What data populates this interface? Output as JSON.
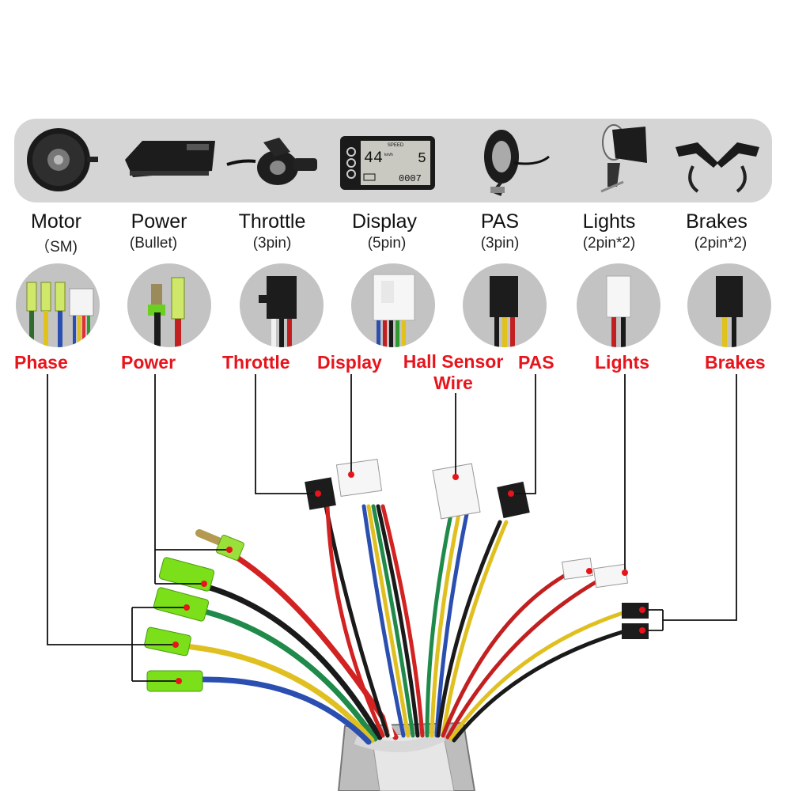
{
  "components": [
    {
      "key": "motor",
      "title": "Motor",
      "sub": "（SM)",
      "icon": "hub-motor-icon"
    },
    {
      "key": "power",
      "title": "Power",
      "sub": "(Bullet)",
      "icon": "battery-icon"
    },
    {
      "key": "throttle",
      "title": "Throttle",
      "sub": "(3pin)",
      "icon": "thumb-throttle-icon"
    },
    {
      "key": "display",
      "title": "Display",
      "sub": "(5pin)",
      "icon": "lcd-display-icon"
    },
    {
      "key": "pas",
      "title": "PAS",
      "sub": "(3pin)",
      "icon": "pas-sensor-icon"
    },
    {
      "key": "lights",
      "title": "Lights",
      "sub": "(2pin*2)",
      "icon": "headlight-icon"
    },
    {
      "key": "brakes",
      "title": "Brakes",
      "sub": "(2pin*2)",
      "icon": "brake-lever-icon"
    }
  ],
  "display_screen": {
    "speed_label": "SPEED",
    "speed": "44",
    "unit": "km/h",
    "level": "5",
    "odometer": "0007"
  },
  "labels": {
    "phase": "Phase",
    "power": "Power",
    "throttle": "Throttle",
    "display": "Display",
    "hall_line1": "Hall Sensor",
    "hall_line2": "Wire",
    "pas": "PAS",
    "lights": "Lights",
    "brakes": "Brakes"
  },
  "colors": {
    "label_red": "#e8141c",
    "banner_gray": "#d5d5d5",
    "connector_green": "#7be01a"
  }
}
